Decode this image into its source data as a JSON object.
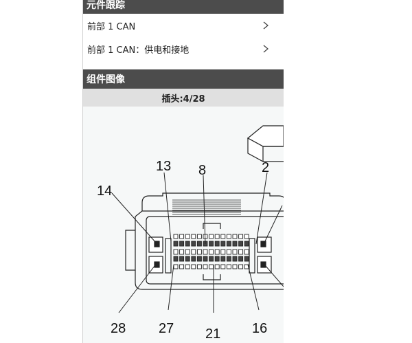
{
  "trace": {
    "title": "元件跟踪",
    "items": [
      {
        "label": "前部 1 CAN",
        "icon": "chevron-right-icon"
      },
      {
        "label": "前部 1 CAN：供电和接地",
        "icon": "chevron-right-icon"
      }
    ]
  },
  "component_image": {
    "title": "组件图像",
    "connector_label": "插头:4/28",
    "pins": {
      "p13": "13",
      "p8": "8",
      "p2": "2",
      "p14": "14",
      "p28": "28",
      "p27": "27",
      "p21": "21",
      "p16": "16"
    }
  }
}
